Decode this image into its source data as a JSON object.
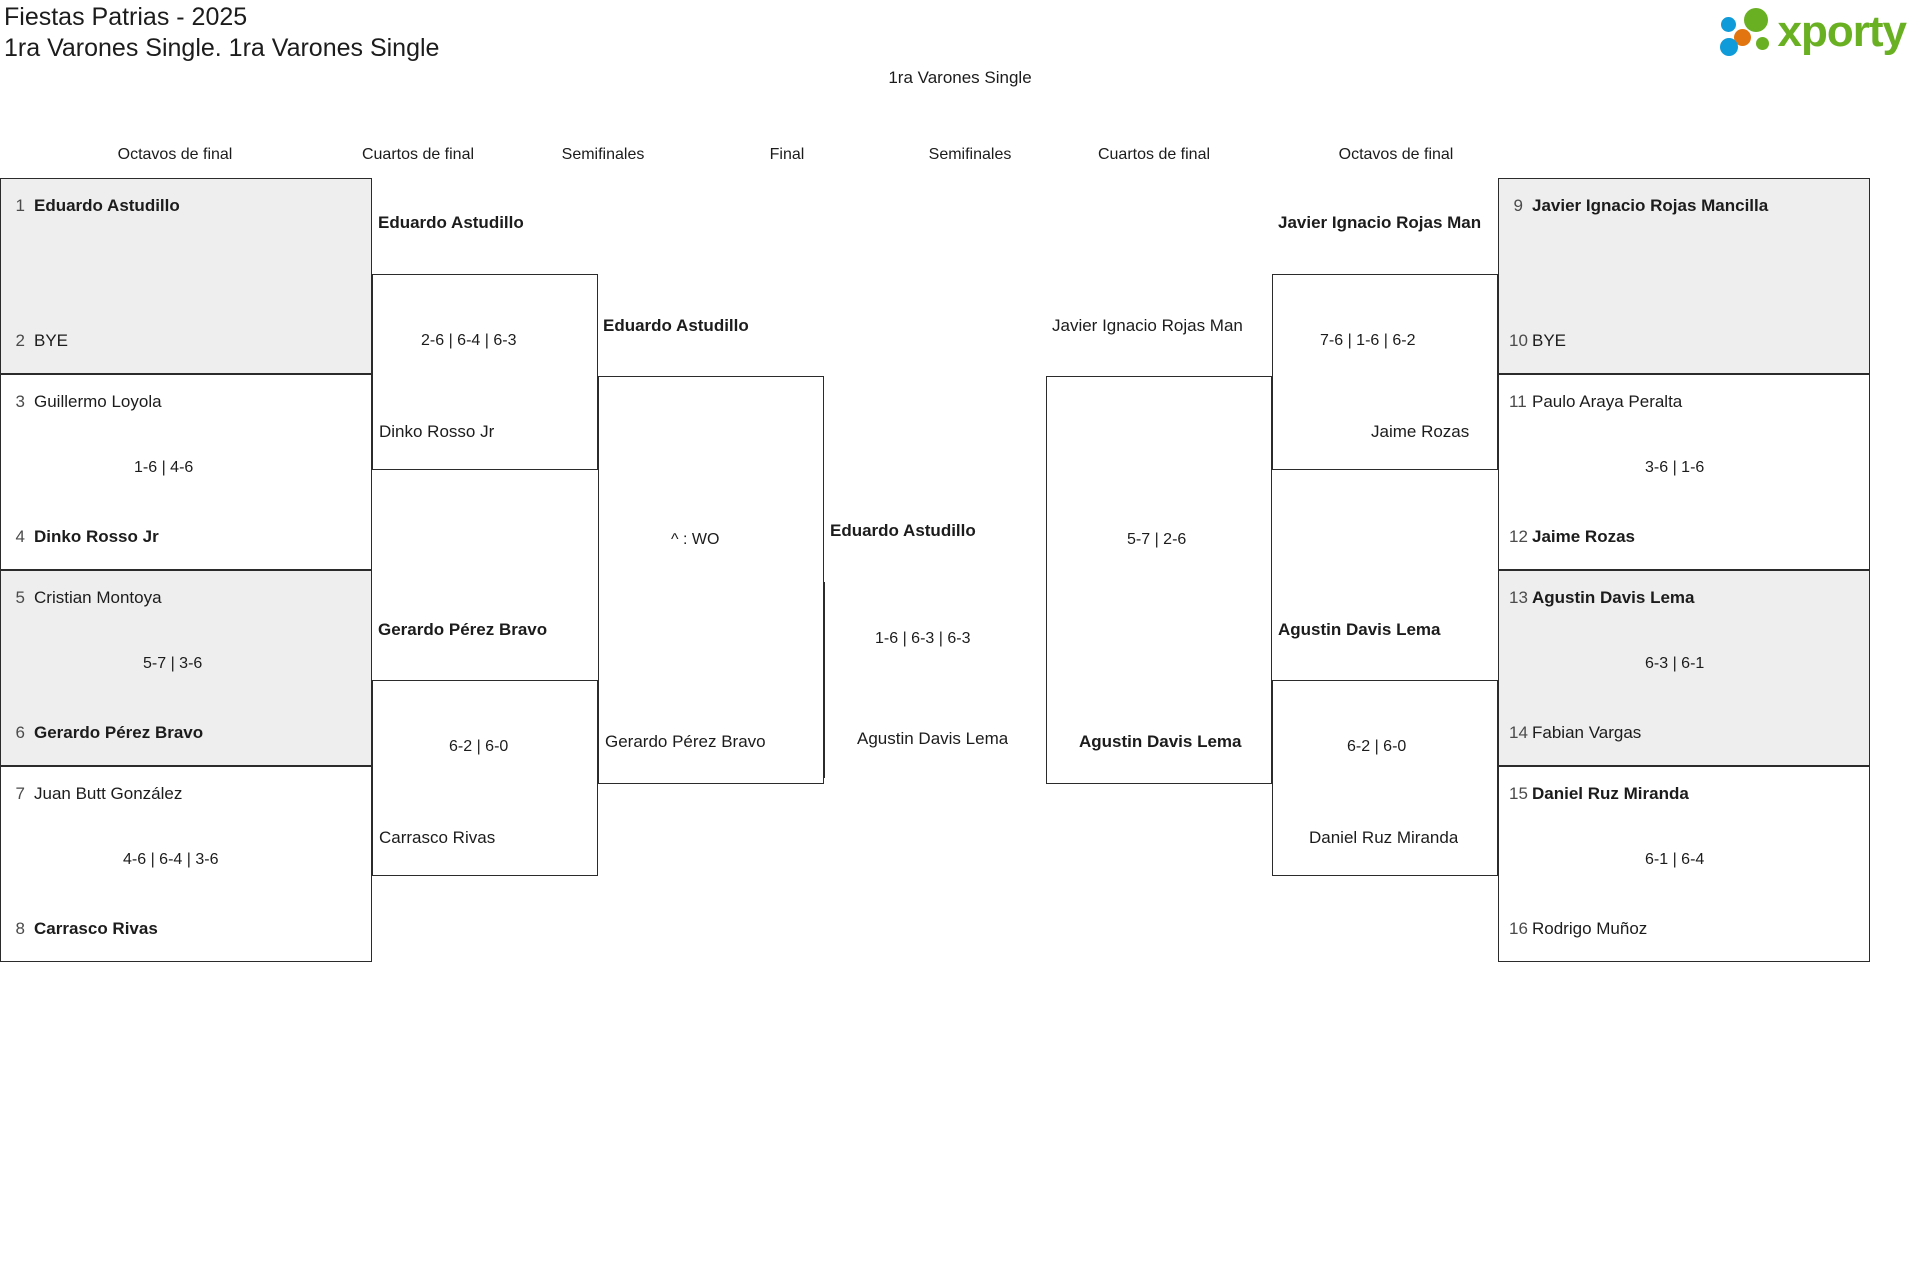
{
  "header": {
    "title_line1": "Fiestas Patrias - 2025",
    "title_line2": "1ra Varones Single. 1ra Varones Single",
    "logo_text": "xporty",
    "logo_colors": {
      "green": "#6ab023",
      "blue": "#0f9bd9",
      "orange": "#e2750f"
    }
  },
  "bracket_title": "1ra Varones Single",
  "round_headers": {
    "left_octavos": "Octavos de final",
    "left_cuartos": "Cuartos de final",
    "left_semis": "Semifinales",
    "final": "Final",
    "right_semis": "Semifinales",
    "right_cuartos": "Cuartos de final",
    "right_octavos": "Octavos de final"
  },
  "left": {
    "octavos": [
      {
        "shaded": true,
        "top": {
          "seed": "1",
          "name": "Eduardo Astudillo",
          "winner": true
        },
        "bottom": {
          "seed": "2",
          "name": "BYE",
          "winner": false
        },
        "score": ""
      },
      {
        "shaded": false,
        "top": {
          "seed": "3",
          "name": "Guillermo Loyola",
          "winner": false
        },
        "bottom": {
          "seed": "4",
          "name": "Dinko Rosso Jr",
          "winner": true
        },
        "score": "1-6 | 4-6"
      },
      {
        "shaded": true,
        "top": {
          "seed": "5",
          "name": "Cristian Montoya",
          "winner": false
        },
        "bottom": {
          "seed": "6",
          "name": "Gerardo Pérez Bravo",
          "winner": true
        },
        "score": "5-7 | 3-6"
      },
      {
        "shaded": false,
        "top": {
          "seed": "7",
          "name": "Juan Butt González",
          "winner": false
        },
        "bottom": {
          "seed": "8",
          "name": "Carrasco Rivas",
          "winner": true
        },
        "score": "4-6 | 6-4 | 3-6"
      }
    ],
    "cuartos": [
      {
        "top": {
          "name": "Eduardo Astudillo",
          "winner": true
        },
        "bottom": {
          "name": "Dinko Rosso Jr",
          "winner": false
        },
        "score": "2-6 | 6-4 | 6-3"
      },
      {
        "top": {
          "name": "Gerardo Pérez Bravo",
          "winner": true
        },
        "bottom": {
          "name": "Carrasco Rivas",
          "winner": false
        },
        "score": "6-2 | 6-0"
      }
    ],
    "semis": [
      {
        "top": {
          "name": "Eduardo Astudillo",
          "winner": true
        },
        "bottom": {
          "name": "Gerardo Pérez Bravo",
          "winner": false
        },
        "score": "^ : WO"
      }
    ]
  },
  "final": {
    "top": {
      "name": "Eduardo Astudillo",
      "winner": true
    },
    "bottom": {
      "name": "Agustin Davis Lema",
      "winner": false
    },
    "score": "1-6 | 6-3 | 6-3"
  },
  "right": {
    "semis": [
      {
        "top": {
          "name": "Javier Ignacio Rojas Man",
          "winner": false
        },
        "bottom": {
          "name": "Agustin Davis Lema",
          "winner": true
        },
        "score": "5-7 | 2-6"
      }
    ],
    "cuartos": [
      {
        "top": {
          "name": "Javier Ignacio Rojas Man",
          "winner": true
        },
        "bottom": {
          "name": "Jaime Rozas",
          "winner": false
        },
        "score": "7-6 | 1-6 | 6-2"
      },
      {
        "top": {
          "name": "Agustin Davis Lema",
          "winner": true
        },
        "bottom": {
          "name": "Daniel Ruz Miranda",
          "winner": false
        },
        "score": "6-2 | 6-0"
      }
    ],
    "octavos": [
      {
        "shaded": true,
        "top": {
          "seed": "9",
          "name": "Javier Ignacio Rojas Mancilla",
          "winner": true
        },
        "bottom": {
          "seed": "10",
          "name": "BYE",
          "winner": false
        },
        "score": ""
      },
      {
        "shaded": false,
        "top": {
          "seed": "11",
          "name": "Paulo Araya Peralta",
          "winner": false
        },
        "bottom": {
          "seed": "12",
          "name": "Jaime Rozas",
          "winner": true
        },
        "score": "3-6 | 1-6"
      },
      {
        "shaded": true,
        "top": {
          "seed": "13",
          "name": "Agustin Davis Lema",
          "winner": true
        },
        "bottom": {
          "seed": "14",
          "name": "Fabian Vargas",
          "winner": false
        },
        "score": "6-3 | 6-1"
      },
      {
        "shaded": false,
        "top": {
          "seed": "15",
          "name": "Daniel Ruz Miranda",
          "winner": true
        },
        "bottom": {
          "seed": "16",
          "name": "Rodrigo Muñoz",
          "winner": false
        },
        "score": "6-1 | 6-4"
      }
    ]
  }
}
